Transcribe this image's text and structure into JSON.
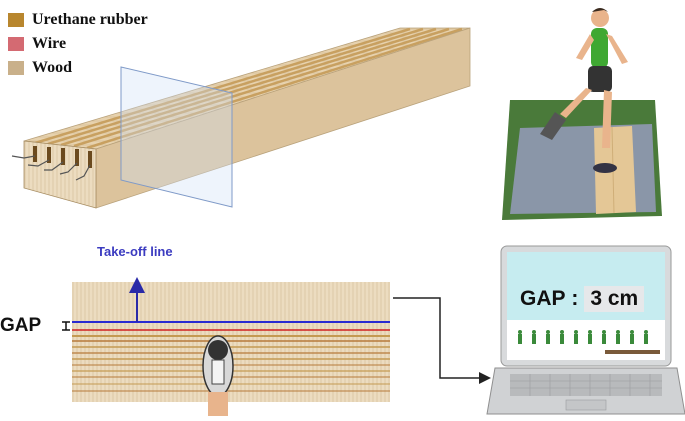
{
  "legend": {
    "items": [
      {
        "label": "Urethane rubber",
        "color": "#b8862e"
      },
      {
        "label": "Wire",
        "color": "#d46a72"
      },
      {
        "label": "Wood",
        "color": "#c9b08a"
      }
    ]
  },
  "takeoff_label": "Take-off line",
  "gap_label": "GAP",
  "screen": {
    "gap_text": "GAP :",
    "gap_value": "3 cm"
  }
}
